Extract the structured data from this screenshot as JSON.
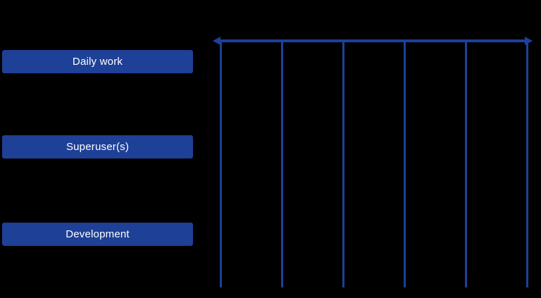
{
  "diagram": {
    "rows": [
      {
        "label": "Daily work"
      },
      {
        "label": "Superuser(s)"
      },
      {
        "label": "Development"
      }
    ],
    "timeline": {
      "orientation": "horizontal",
      "arrow_style": "double-headed",
      "vertical_line_count": 6,
      "column_count": 5
    }
  },
  "colors": {
    "background": "#000000",
    "box_fill": "#1e4096",
    "box_text": "#ffffff",
    "line": "#1c419c"
  }
}
